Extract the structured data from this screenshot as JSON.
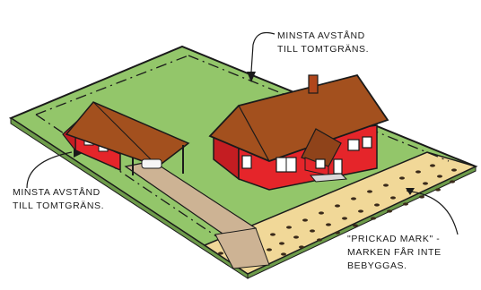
{
  "annotations": {
    "setback_top": {
      "line1": "MINSTA AVSTÅND",
      "line2": "TILL TOMTGRÄNS."
    },
    "setback_left": {
      "line1": "MINSTA AVSTÅND",
      "line2": "TILL TOMTGRÄNS."
    },
    "dotted_land": {
      "line1": "\"PRICKAD MARK\" -",
      "line2": "MARKEN FÅR INTE",
      "line3": "BEBYGGAS."
    }
  },
  "colors": {
    "lawn": "#93c66a",
    "dotted_land": "#f1d898",
    "house_wall": "#e5252a",
    "roof": "#a3501e",
    "driveway": "#cdb394",
    "outline": "#1a1a1a"
  }
}
